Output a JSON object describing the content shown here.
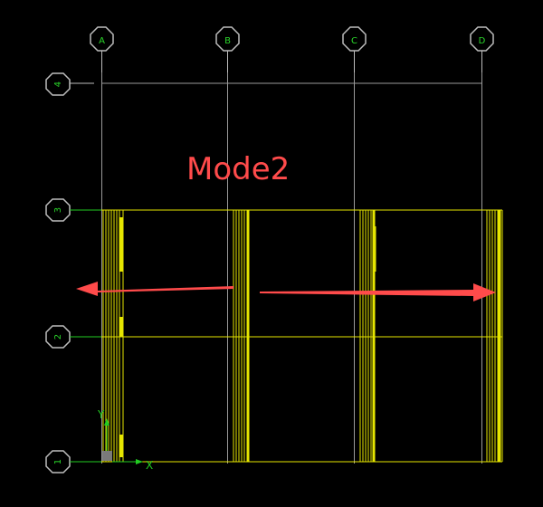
{
  "colors": {
    "background": "#000000",
    "grid": "#9a9a9a",
    "bubble": "#bdbdbd",
    "bubble_label": "#2ad62a",
    "frame": "#e6e600",
    "axis": "#22cc22",
    "arrow": "#ff4b4b",
    "mode_label": "#ff4b4b"
  },
  "grid_columns": [
    {
      "id": "A",
      "label": "A"
    },
    {
      "id": "B",
      "label": "B"
    },
    {
      "id": "C",
      "label": "C"
    },
    {
      "id": "D",
      "label": "D"
    }
  ],
  "grid_rows": [
    {
      "id": "4",
      "label": "4"
    },
    {
      "id": "3",
      "label": "3"
    },
    {
      "id": "2",
      "label": "2"
    },
    {
      "id": "1",
      "label": "1"
    }
  ],
  "mode_label": "Mode2",
  "axis_labels": {
    "x": "X",
    "y": "Y"
  },
  "arrows": [
    {
      "name": "arrow-left",
      "direction": "left"
    },
    {
      "name": "arrow-right",
      "direction": "right"
    }
  ]
}
